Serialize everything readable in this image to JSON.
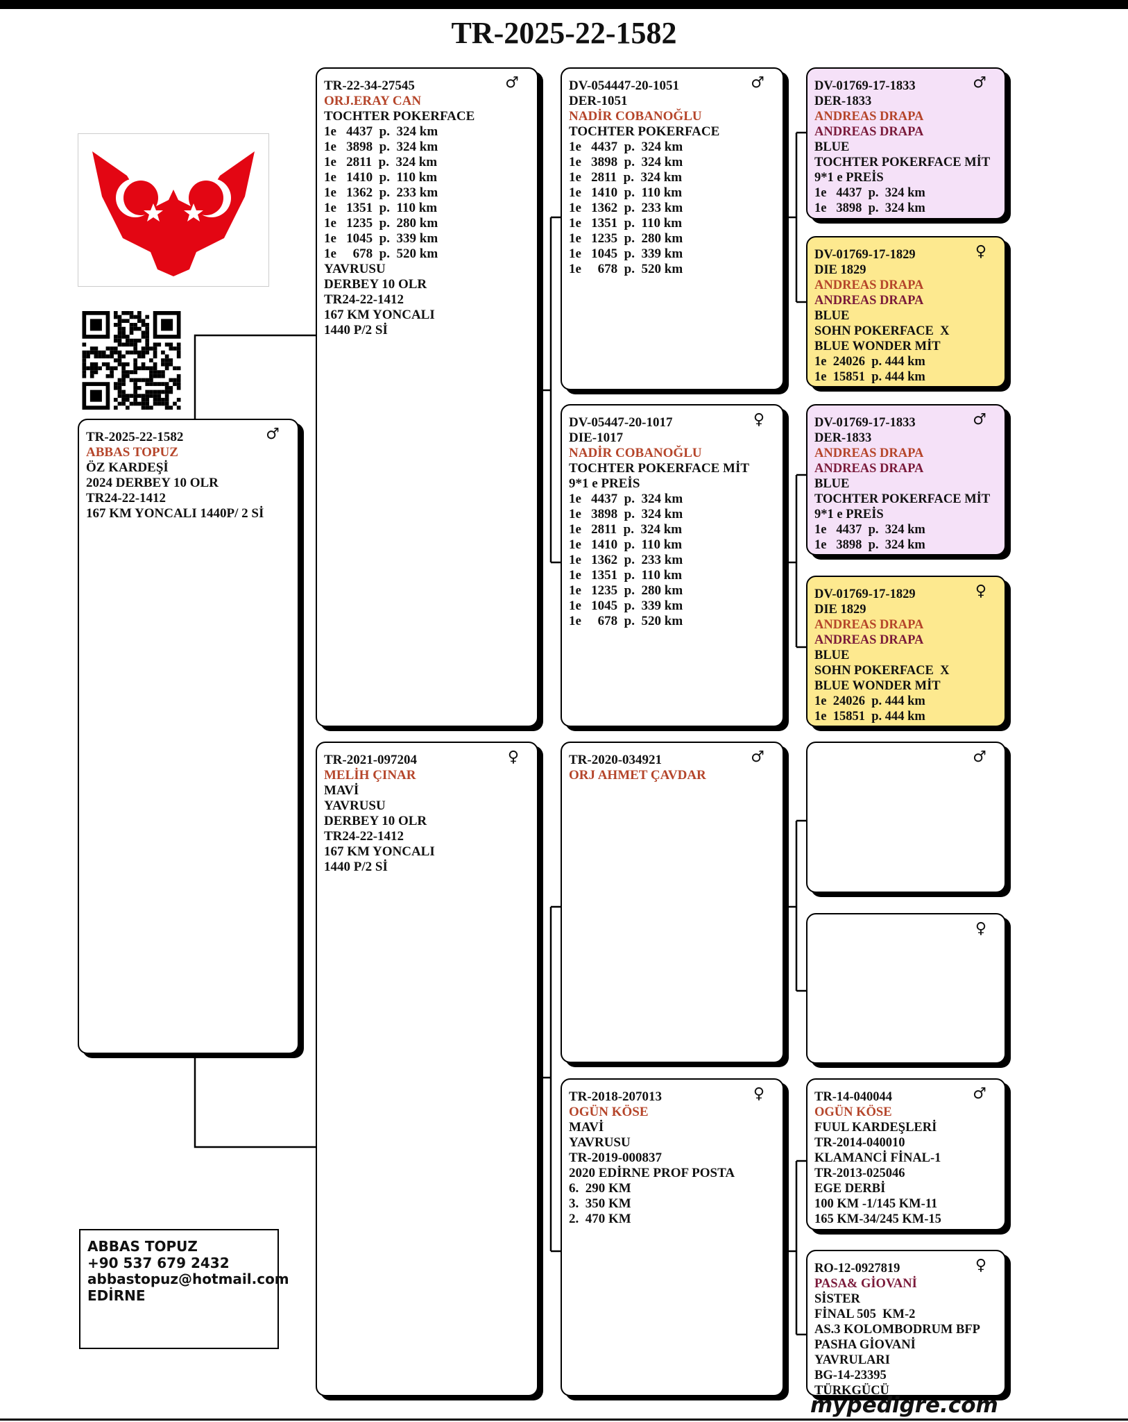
{
  "title": "TR-2025-22-1582",
  "colors": {
    "orange": "#b5452a",
    "maroon": "#7a1a3a",
    "pink": "#f5e1f8",
    "yellow": "#fde98f"
  },
  "logo": {
    "name": "turkish-eagle-logo"
  },
  "contact": {
    "lines": [
      "ABBAS TOPUZ",
      "+90 537 679 2432",
      "abbastopuz@hotmail.com",
      "EDİRNE"
    ]
  },
  "footer": "mypedigre.com",
  "boxes": [
    {
      "sex": "♂",
      "lines": [
        [
          "TR-2025-22-1582",
          "n"
        ],
        [
          "ABBAS TOPUZ",
          "o"
        ],
        [
          "ÖZ KARDEŞİ",
          "n"
        ],
        [
          "2024 DERBEY 10 OLR",
          "n"
        ],
        [
          "TR24-22-1412",
          "n"
        ],
        [
          "167 KM YONCALI 1440P/ 2 Sİ",
          "n"
        ]
      ]
    },
    {
      "sex": "♂",
      "lines": [
        [
          "TR-22-34-27545",
          "n"
        ],
        [
          "ORJ.ERAY CAN",
          "o"
        ],
        [
          "TOCHTER POKERFACE",
          "n"
        ],
        [
          "1e   4437  p.  324 km",
          "n"
        ],
        [
          "1e   3898  p.  324 km",
          "n"
        ],
        [
          "1e   2811  p.  324 km",
          "n"
        ],
        [
          "1e   1410  p.  110 km",
          "n"
        ],
        [
          "1e   1362  p.  233 km",
          "n"
        ],
        [
          "1e   1351  p.  110 km",
          "n"
        ],
        [
          "1e   1235  p.  280 km",
          "n"
        ],
        [
          "1e   1045  p.  339 km",
          "n"
        ],
        [
          "1e     678  p.  520 km",
          "n"
        ],
        [
          "YAVRUSU",
          "n"
        ],
        [
          "DERBEY 10 OLR",
          "n"
        ],
        [
          "TR24-22-1412",
          "n"
        ],
        [
          "167 KM YONCALI",
          "n"
        ],
        [
          "1440 P/2 Sİ",
          "n"
        ]
      ]
    },
    {
      "sex": "♀",
      "lines": [
        [
          "TR-2021-097204",
          "n"
        ],
        [
          "MELİH ÇINAR",
          "o"
        ],
        [
          "MAVİ",
          "n"
        ],
        [
          "YAVRUSU",
          "n"
        ],
        [
          "DERBEY 10 OLR",
          "n"
        ],
        [
          "TR24-22-1412",
          "n"
        ],
        [
          "167 KM YONCALI",
          "n"
        ],
        [
          "1440 P/2 Sİ",
          "n"
        ]
      ]
    },
    {
      "sex": "♂",
      "lines": [
        [
          "DV-054447-20-1051",
          "n"
        ],
        [
          "DER-1051",
          "n"
        ],
        [
          "NADİR COBANOĞLU",
          "o"
        ],
        [
          "TOCHTER POKERFACE",
          "n"
        ],
        [
          "1e   4437  p.  324 km",
          "n"
        ],
        [
          "1e   3898  p.  324 km",
          "n"
        ],
        [
          "1e   2811  p.  324 km",
          "n"
        ],
        [
          "1e   1410  p.  110 km",
          "n"
        ],
        [
          "1e   1362  p.  233 km",
          "n"
        ],
        [
          "1e   1351  p.  110 km",
          "n"
        ],
        [
          "1e   1235  p.  280 km",
          "n"
        ],
        [
          "1e   1045  p.  339 km",
          "n"
        ],
        [
          "1e     678  p.  520 km",
          "n"
        ]
      ]
    },
    {
      "sex": "♀",
      "lines": [
        [
          "DV-05447-20-1017",
          "n"
        ],
        [
          "DIE-1017",
          "n"
        ],
        [
          "NADİR COBANOĞLU",
          "o"
        ],
        [
          "TOCHTER POKERFACE MİT",
          "n"
        ],
        [
          "9*1 e PREİS",
          "n"
        ],
        [
          "1e   4437  p.  324 km",
          "n"
        ],
        [
          "1e   3898  p.  324 km",
          "n"
        ],
        [
          "1e   2811  p.  324 km",
          "n"
        ],
        [
          "1e   1410  p.  110 km",
          "n"
        ],
        [
          "1e   1362  p.  233 km",
          "n"
        ],
        [
          "1e   1351  p.  110 km",
          "n"
        ],
        [
          "1e   1235  p.  280 km",
          "n"
        ],
        [
          "1e   1045  p.  339 km",
          "n"
        ],
        [
          "1e     678  p.  520 km",
          "n"
        ]
      ]
    },
    {
      "sex": "♂",
      "lines": [
        [
          "TR-2020-034921",
          "n"
        ],
        [
          "ORJ AHMET ÇAVDAR",
          "o"
        ]
      ]
    },
    {
      "sex": "♀",
      "lines": [
        [
          "TR-2018-207013",
          "n"
        ],
        [
          "OGÜN KÖSE",
          "o"
        ],
        [
          "MAVİ",
          "n"
        ],
        [
          "YAVRUSU",
          "n"
        ],
        [
          "TR-2019-000837",
          "n"
        ],
        [
          "2020 EDİRNE PROF POSTA",
          "n"
        ],
        [
          "6.  290 KM",
          "n"
        ],
        [
          "3.  350 KM",
          "n"
        ],
        [
          "2.  470 KM",
          "n"
        ]
      ]
    },
    {
      "sex": "♂",
      "bg": "pink",
      "lines": [
        [
          "DV-01769-17-1833",
          "n"
        ],
        [
          "DER-1833",
          "n"
        ],
        [
          "ANDREAS DRAPA",
          "o"
        ],
        [
          "ANDREAS DRAPA",
          "m"
        ],
        [
          "BLUE",
          "n"
        ],
        [
          "TOCHTER POKERFACE MİT",
          "n"
        ],
        [
          "9*1 e PREİS",
          "n"
        ],
        [
          "1e   4437  p.  324 km",
          "n"
        ],
        [
          "1e   3898  p.  324 km",
          "n"
        ]
      ]
    },
    {
      "sex": "♀",
      "bg": "yellow",
      "lines": [
        [
          "DV-01769-17-1829",
          "n"
        ],
        [
          "DIE 1829",
          "n"
        ],
        [
          "ANDREAS DRAPA",
          "o"
        ],
        [
          "ANDREAS DRAPA",
          "m"
        ],
        [
          "BLUE",
          "n"
        ],
        [
          "SOHN POKERFACE  X",
          "n"
        ],
        [
          "BLUE WONDER MİT",
          "n"
        ],
        [
          "1e  24026  p. 444 km",
          "n"
        ],
        [
          "1e  15851  p. 444 km",
          "n"
        ]
      ]
    },
    {
      "sex": "♂",
      "bg": "pink",
      "lines": [
        [
          "DV-01769-17-1833",
          "n"
        ],
        [
          "DER-1833",
          "n"
        ],
        [
          "ANDREAS DRAPA",
          "o"
        ],
        [
          "ANDREAS DRAPA",
          "m"
        ],
        [
          "BLUE",
          "n"
        ],
        [
          "TOCHTER POKERFACE MİT",
          "n"
        ],
        [
          "9*1 e PREİS",
          "n"
        ],
        [
          "1e   4437  p.  324 km",
          "n"
        ],
        [
          "1e   3898  p.  324 km",
          "n"
        ]
      ]
    },
    {
      "sex": "♀",
      "bg": "yellow",
      "lines": [
        [
          "DV-01769-17-1829",
          "n"
        ],
        [
          "DIE 1829",
          "n"
        ],
        [
          "ANDREAS DRAPA",
          "o"
        ],
        [
          "ANDREAS DRAPA",
          "m"
        ],
        [
          "BLUE",
          "n"
        ],
        [
          "SOHN POKERFACE  X",
          "n"
        ],
        [
          "BLUE WONDER MİT",
          "n"
        ],
        [
          "1e  24026  p. 444 km",
          "n"
        ],
        [
          "1e  15851  p. 444 km",
          "n"
        ]
      ]
    },
    {
      "sex": "♂",
      "lines": []
    },
    {
      "sex": "♀",
      "lines": []
    },
    {
      "sex": "♂",
      "lines": [
        [
          "TR-14-040044",
          "n"
        ],
        [
          "OGÜN KÖSE",
          "o"
        ],
        [
          "FUUL KARDEŞLERİ",
          "n"
        ],
        [
          "TR-2014-040010",
          "n"
        ],
        [
          "KLAMANCİ FİNAL-1",
          "n"
        ],
        [
          "TR-2013-025046",
          "n"
        ],
        [
          "EGE DERBİ",
          "n"
        ],
        [
          "100 KM -1/145 KM-11",
          "n"
        ],
        [
          "165 KM-34/245 KM-15",
          "n"
        ]
      ]
    },
    {
      "sex": "♀",
      "lines": [
        [
          "RO-12-0927819",
          "n"
        ],
        [
          "PASA& GİOVANİ",
          "m"
        ],
        [
          "SİSTER",
          "n"
        ],
        [
          "FİNAL 505  KM-2",
          "n"
        ],
        [
          "AS.3 KOLOMBODRUM BFP",
          "n"
        ],
        [
          "PASHA GİOVANİ",
          "n"
        ],
        [
          "YAVRULARI",
          "n"
        ],
        [
          "BG-14-23395",
          "n"
        ],
        [
          "TÜRKGÜCÜ",
          "n"
        ]
      ]
    }
  ]
}
